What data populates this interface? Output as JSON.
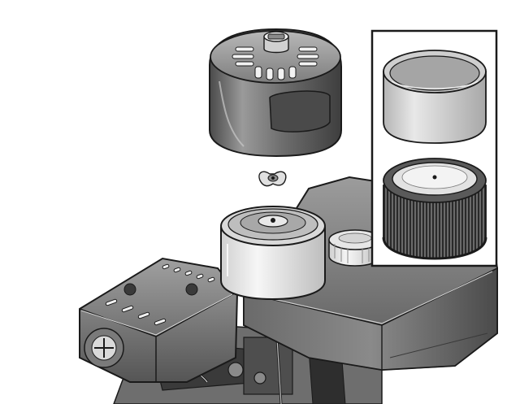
{
  "illustration": {
    "palette": {
      "outline": "#1a1a1a",
      "dark_grey": "#5e5e5e",
      "mid_grey": "#8e8e8e",
      "light_grey": "#c8c8c8",
      "highlight": "#f2f2f2",
      "background": "#ffffff"
    },
    "parts": [
      {
        "id": "air-cleaner-cover",
        "icon": "cover-icon"
      },
      {
        "id": "wing-nut",
        "icon": "wing-nut-icon"
      },
      {
        "id": "air-filter-assembly",
        "icon": "filter-icon"
      },
      {
        "id": "foam-pre-filter",
        "icon": "foam-ring-icon"
      },
      {
        "id": "paper-filter-element",
        "icon": "pleated-filter-icon"
      },
      {
        "id": "fuel-tank",
        "icon": "tank-icon"
      },
      {
        "id": "fuel-cap",
        "icon": "cap-icon"
      },
      {
        "id": "muffler-guard",
        "icon": "muffler-icon"
      },
      {
        "id": "engine-block",
        "icon": "engine-icon"
      }
    ],
    "inset_panel": {
      "shows": [
        "foam-pre-filter",
        "paper-filter-element"
      ]
    }
  }
}
